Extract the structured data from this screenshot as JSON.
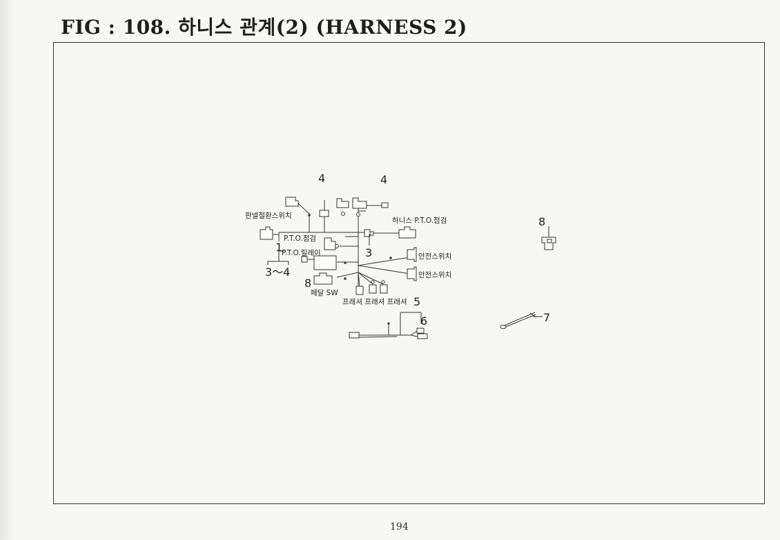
{
  "title": "FIG : 108. 하니스 관계(2) (HARNESS 2)",
  "page_number": "194",
  "labels": {
    "panel_switch": "판넬절환스위치",
    "pto_check_1": "P.T.O.점검",
    "harness_pto_check": "하니스 P.T.O.점검",
    "pto_relay": "P.T.O.릴레이",
    "safety_switch_1": "안전스위치",
    "safety_switch_2": "안전스위치",
    "pedal_sw": "페달 SW",
    "pressure": "프래셔 프래셔 프래셔"
  },
  "callouts": {
    "c4a": "4",
    "c4b": "4",
    "c1": "1",
    "c3": "3",
    "c34": "3～4",
    "c8a": "8",
    "c5": "5",
    "c6": "6",
    "c8b": "8",
    "c7": "7"
  }
}
